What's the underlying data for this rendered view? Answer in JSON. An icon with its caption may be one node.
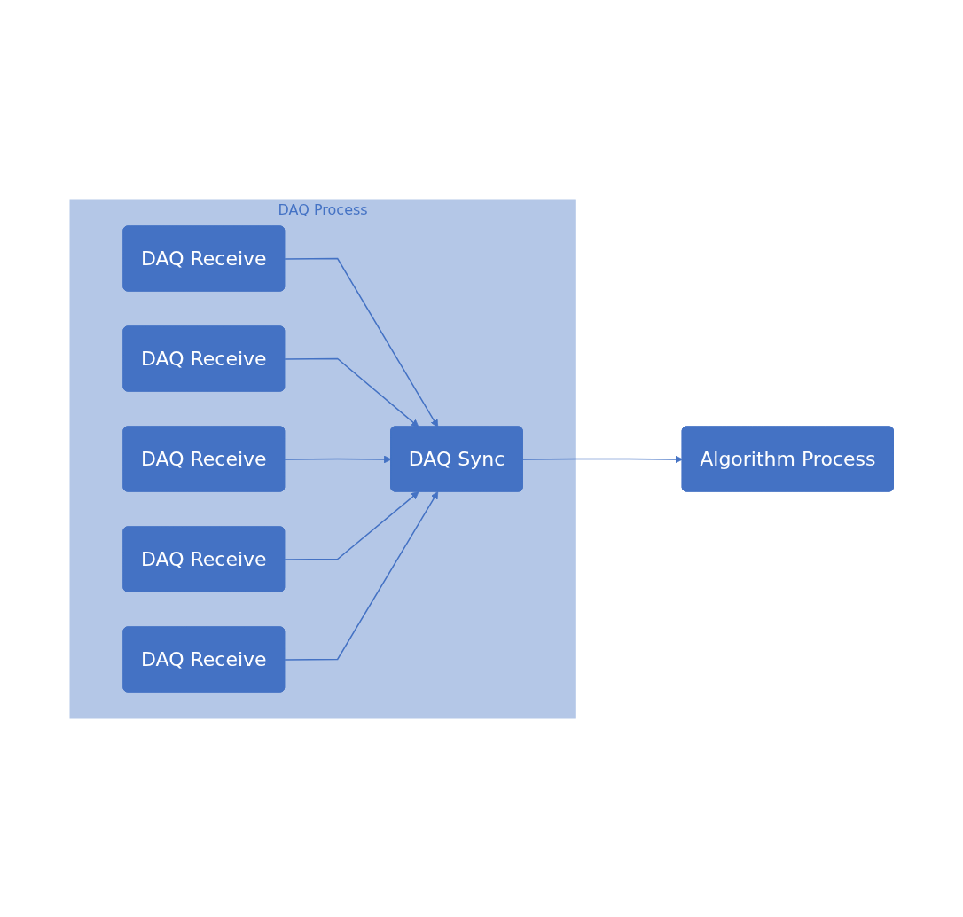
{
  "diagram": {
    "nodes": [
      {
        "text": [
          "DAQ Process"
        ]
      },
      {
        "text": [
          "DAQ Receive"
        ],
        "in": 0
      },
      {
        "text": [
          "DAQ Receive"
        ],
        "in": 0
      },
      {
        "text": [
          "DAQ Receive"
        ],
        "in": 0
      },
      {
        "text": [
          "DAQ Receive"
        ],
        "in": 0
      },
      {
        "text": [
          "DAQ Receive"
        ],
        "in": 0
      },
      {
        "text": [
          "DAQ Sync"
        ],
        "in": 0
      },
      {
        "text": [
          "Algorithm Process"
        ]
      }
    ],
    "edges": [
      {
        "from": 1,
        "to": 6,
        "arrow": "to"
      },
      {
        "from": 2,
        "to": 6,
        "arrow": "to"
      },
      {
        "from": 3,
        "to": 6,
        "arrow": "to"
      },
      {
        "from": 4,
        "to": 6,
        "arrow": "to"
      },
      {
        "from": 5,
        "to": 6,
        "arrow": "to"
      },
      {
        "from": 6,
        "to": 7,
        "arrow": "to"
      }
    ]
  }
}
